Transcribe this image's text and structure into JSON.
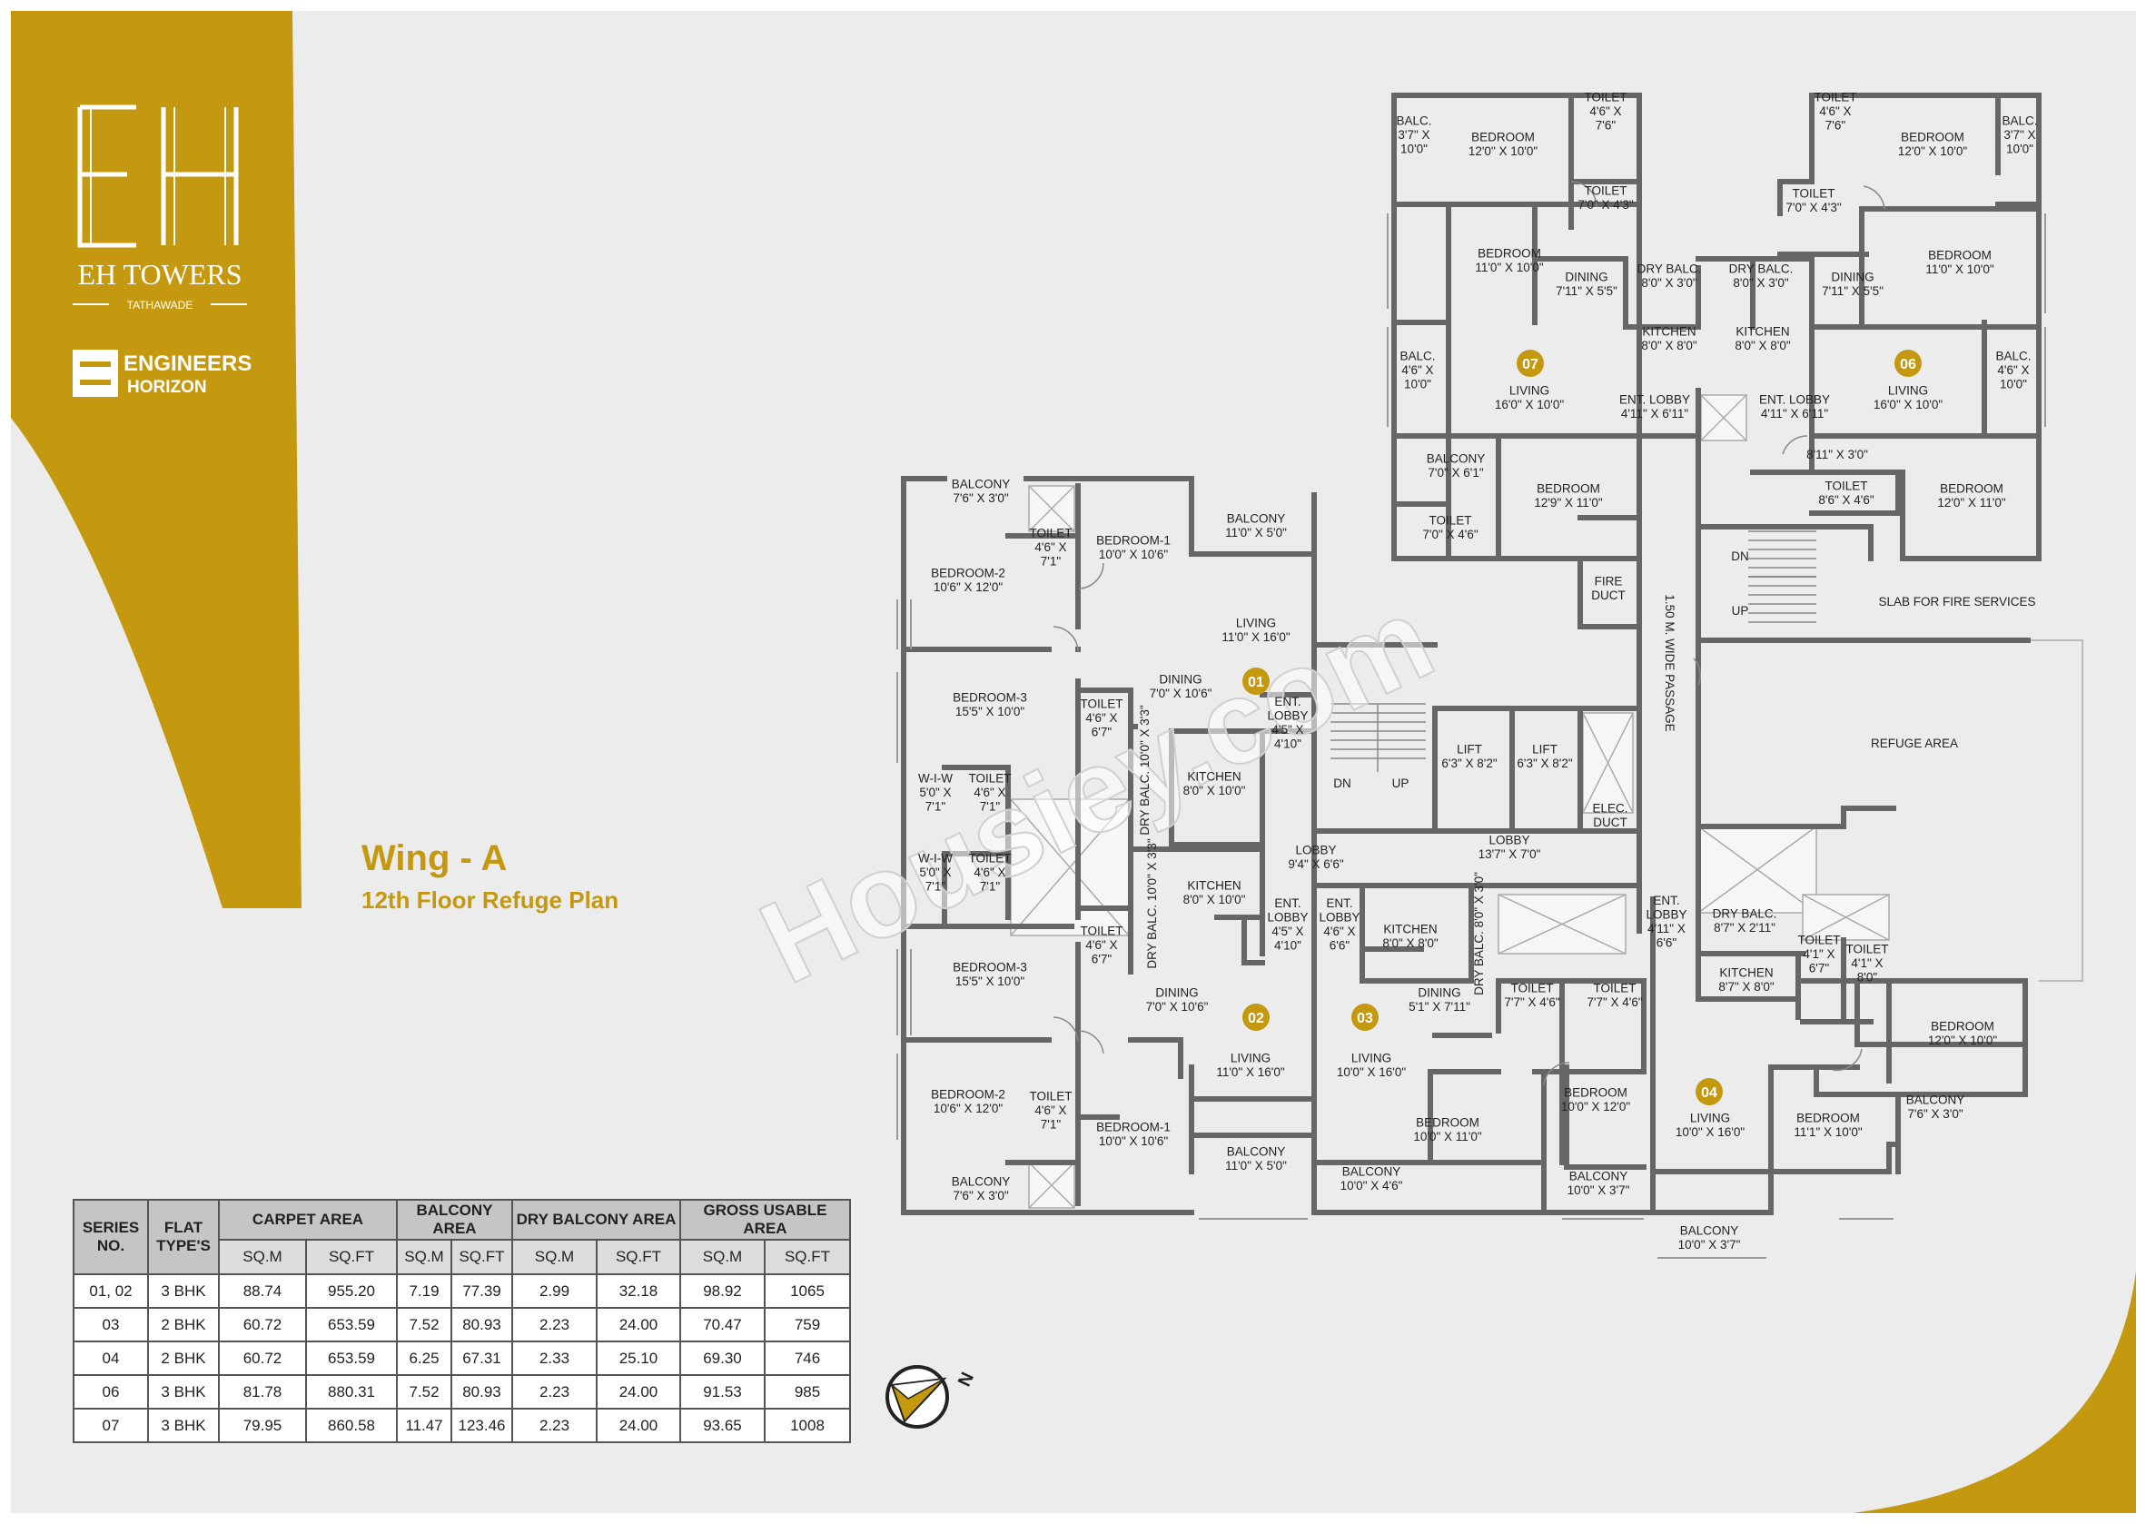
{
  "brand": {
    "project": "EH TOWERS",
    "location": "TATHAWADE",
    "developer_line1": "ENGINEERS",
    "developer_line2": "HORIZON"
  },
  "plan": {
    "wing": "Wing - A",
    "floor": "12th Floor Refuge Plan"
  },
  "watermark": "Housiey.com",
  "colors": {
    "gold": "#c4980f",
    "wall": "#666666",
    "background": "#ececec"
  },
  "rooms": [
    {
      "id": "r1",
      "lines": [
        "BALCONY",
        "7'6\" X 3'0\""
      ]
    },
    {
      "id": "r2",
      "lines": [
        "BALCONY",
        "11'0\" X 5'0\""
      ]
    },
    {
      "id": "r3",
      "lines": [
        "TOILET",
        "4'6\" X",
        "7'1\""
      ]
    },
    {
      "id": "r4",
      "lines": [
        "BEDROOM-1",
        "10'0\" X 10'6\""
      ]
    },
    {
      "id": "r5",
      "lines": [
        "BEDROOM-2",
        "10'6\" X 12'0\""
      ]
    },
    {
      "id": "r6",
      "lines": [
        "LIVING",
        "11'0\" X 16'0\""
      ]
    },
    {
      "id": "r7",
      "lines": [
        "BEDROOM-3",
        "15'5\" X 10'0\""
      ]
    },
    {
      "id": "r8",
      "lines": [
        "DINING",
        "7'0\" X 10'6\""
      ]
    },
    {
      "id": "r9",
      "lines": [
        "TOILET",
        "4'6\" X",
        "6'7\""
      ]
    },
    {
      "id": "r10",
      "lines": [
        "ENT.",
        "LOBBY",
        "4'5\" X",
        "4'10\""
      ]
    },
    {
      "id": "r11",
      "lines": [
        "KITCHEN",
        "8'0\" X 10'0\""
      ]
    },
    {
      "id": "r12",
      "lines": [
        "W-I-W",
        "5'0\" X",
        "7'1\""
      ]
    },
    {
      "id": "r13",
      "lines": [
        "TOILET",
        "4'6\" X",
        "7'1\""
      ]
    },
    {
      "id": "r14",
      "lines": [
        "W-I-W",
        "5'0\" X",
        "7'1\""
      ]
    },
    {
      "id": "r15",
      "lines": [
        "TOILET",
        "4'6\" X",
        "7'1\""
      ]
    },
    {
      "id": "r16",
      "lines": [
        "KITCHEN",
        "8'0\" X 10'0\""
      ]
    },
    {
      "id": "r17",
      "lines": [
        "LOBBY",
        "9'4\" X 6'6\""
      ]
    },
    {
      "id": "r18",
      "lines": [
        "BEDROOM-3",
        "15'5\" X 10'0\""
      ]
    },
    {
      "id": "r19",
      "lines": [
        "TOILET",
        "4'6\" X",
        "6'7\""
      ]
    },
    {
      "id": "r20",
      "lines": [
        "ENT.",
        "LOBBY",
        "4'5\" X",
        "4'10\""
      ]
    },
    {
      "id": "r21",
      "lines": [
        "DINING",
        "7'0\" X 10'6\""
      ]
    },
    {
      "id": "r22",
      "lines": [
        "LIVING",
        "11'0\" X 16'0\""
      ]
    },
    {
      "id": "r23",
      "lines": [
        "BEDROOM-2",
        "10'6\" X 12'0\""
      ]
    },
    {
      "id": "r24",
      "lines": [
        "TOILET",
        "4'6\" X",
        "7'1\""
      ]
    },
    {
      "id": "r25",
      "lines": [
        "BEDROOM-1",
        "10'0\" X 10'6\""
      ]
    },
    {
      "id": "r26",
      "lines": [
        "BALCONY",
        "11'0\" X 5'0\""
      ]
    },
    {
      "id": "r27",
      "lines": [
        "BALCONY",
        "7'6\" X 3'0\""
      ]
    },
    {
      "id": "r28",
      "lines": [
        "DN"
      ]
    },
    {
      "id": "r29",
      "lines": [
        "UP"
      ]
    },
    {
      "id": "r30",
      "lines": [
        "LIFT",
        "6'3\" X 8'2\""
      ]
    },
    {
      "id": "r31",
      "lines": [
        "LIFT",
        "6'3\" X 8'2\""
      ]
    },
    {
      "id": "r32",
      "lines": [
        "ELEC.",
        "DUCT"
      ]
    },
    {
      "id": "r33",
      "lines": [
        "LOBBY",
        "13'7\" X 7'0\""
      ]
    },
    {
      "id": "r34",
      "lines": [
        "ENT.",
        "LOBBY",
        "4'6\" X",
        "6'6\""
      ]
    },
    {
      "id": "r35",
      "lines": [
        "KITCHEN",
        "8'0\" X 8'0\""
      ]
    },
    {
      "id": "r36",
      "lines": [
        "DINING",
        "5'1\" X 7'11\""
      ]
    },
    {
      "id": "r37",
      "lines": [
        "TOILET",
        "7'7\" X 4'6\""
      ]
    },
    {
      "id": "r38",
      "lines": [
        "TOILET",
        "7'7\" X 4'6\""
      ]
    },
    {
      "id": "r39",
      "lines": [
        "LIVING",
        "10'0\" X 16'0\""
      ]
    },
    {
      "id": "r40",
      "lines": [
        "BEDROOM",
        "10'0\" X 11'0\""
      ]
    },
    {
      "id": "r41",
      "lines": [
        "BEDROOM",
        "10'0\" X 12'0\""
      ]
    },
    {
      "id": "r42",
      "lines": [
        "BALCONY",
        "10'0\" X 4'6\""
      ]
    },
    {
      "id": "r43",
      "lines": [
        "BALCONY",
        "10'0\" X 3'7\""
      ]
    },
    {
      "id": "r44",
      "lines": [
        "ENT.",
        "LOBBY",
        "4'11\" X",
        "6'6\""
      ]
    },
    {
      "id": "r45",
      "lines": [
        "DRY BALC.",
        "8'7\" X 2'11\""
      ]
    },
    {
      "id": "r46",
      "lines": [
        "KITCHEN",
        "8'7\" X 8'0\""
      ]
    },
    {
      "id": "r47",
      "lines": [
        "TOILET",
        "4'1\" X",
        "6'7\""
      ]
    },
    {
      "id": "r48",
      "lines": [
        "TOILET",
        "4'1\" X",
        "8'0\""
      ]
    },
    {
      "id": "r49",
      "lines": [
        "BEDROOM",
        "12'0\" X 10'0\""
      ]
    },
    {
      "id": "r50",
      "lines": [
        "LIVING",
        "10'0\" X 16'0\""
      ]
    },
    {
      "id": "r51",
      "lines": [
        "BEDROOM",
        "11'1\" X 10'0\""
      ]
    },
    {
      "id": "r52",
      "lines": [
        "BALCONY",
        "7'6\" X 3'0\""
      ]
    },
    {
      "id": "r53",
      "lines": [
        "BALCONY",
        "10'0\" X 3'7\""
      ]
    },
    {
      "id": "r54",
      "lines": [
        "REFUGE AREA"
      ]
    },
    {
      "id": "r55",
      "lines": [
        "SLAB FOR FIRE SERVICES"
      ]
    },
    {
      "id": "r56",
      "lines": [
        "DN"
      ]
    },
    {
      "id": "r57",
      "lines": [
        "UP"
      ]
    },
    {
      "id": "r58",
      "lines": [
        "FIRE",
        "DUCT"
      ]
    },
    {
      "id": "r59",
      "lines": [
        "BALC.",
        "3'7\" X",
        "10'0\""
      ]
    },
    {
      "id": "r60",
      "lines": [
        "BEDROOM",
        "12'0\" X 10'0\""
      ]
    },
    {
      "id": "r61",
      "lines": [
        "TOILET",
        "4'6\" X",
        "7'6\""
      ]
    },
    {
      "id": "r62",
      "lines": [
        "TOILET",
        "7'0\" X 4'3\""
      ]
    },
    {
      "id": "r63",
      "lines": [
        "BEDROOM",
        "11'0\" X 10'0\""
      ]
    },
    {
      "id": "r64",
      "lines": [
        "DINING",
        "7'11\" X 5'5\""
      ]
    },
    {
      "id": "r65",
      "lines": [
        "DRY BALC.",
        "8'0\" X 3'0\""
      ]
    },
    {
      "id": "r66",
      "lines": [
        "KITCHEN",
        "8'0\" X 8'0\""
      ]
    },
    {
      "id": "r67",
      "lines": [
        "BALC.",
        "4'6\" X",
        "10'0\""
      ]
    },
    {
      "id": "r68",
      "lines": [
        "LIVING",
        "16'0\" X 10'0\""
      ]
    },
    {
      "id": "r69",
      "lines": [
        "ENT. LOBBY",
        "4'11\" X 6'11\""
      ]
    },
    {
      "id": "r70",
      "lines": [
        "BALCONY",
        "7'0\" X 6'1\""
      ]
    },
    {
      "id": "r71",
      "lines": [
        "BEDROOM",
        "12'9\" X 11'0\""
      ]
    },
    {
      "id": "r72",
      "lines": [
        "TOILET",
        "7'0\" X 4'6\""
      ]
    },
    {
      "id": "r73",
      "lines": [
        "TOILET",
        "4'6\" X",
        "7'6\""
      ]
    },
    {
      "id": "r74",
      "lines": [
        "BEDROOM",
        "12'0\" X 10'0\""
      ]
    },
    {
      "id": "r75",
      "lines": [
        "BALC.",
        "3'7\" X",
        "10'0\""
      ]
    },
    {
      "id": "r76",
      "lines": [
        "TOILET",
        "7'0\" X 4'3\""
      ]
    },
    {
      "id": "r77",
      "lines": [
        "BEDROOM",
        "11'0\" X 10'0\""
      ]
    },
    {
      "id": "r78",
      "lines": [
        "DRY BALC.",
        "8'0\" X 3'0\""
      ]
    },
    {
      "id": "r79",
      "lines": [
        "DINING",
        "7'11\" X 5'5\""
      ]
    },
    {
      "id": "r80",
      "lines": [
        "KITCHEN",
        "8'0\" X 8'0\""
      ]
    },
    {
      "id": "r81",
      "lines": [
        "LIVING",
        "16'0\" X 10'0\""
      ]
    },
    {
      "id": "r82",
      "lines": [
        "BALC.",
        "4'6\" X",
        "10'0\""
      ]
    },
    {
      "id": "r83",
      "lines": [
        "ENT. LOBBY",
        "4'11\" X 6'11\""
      ]
    },
    {
      "id": "r84",
      "lines": [
        "8'11\" X 3'0\""
      ]
    },
    {
      "id": "r85",
      "lines": [
        "TOILET",
        "8'6\" X 4'6\""
      ]
    },
    {
      "id": "r86",
      "lines": [
        "BEDROOM",
        "12'0\" X 11'0\""
      ]
    }
  ],
  "vertical_labels": [
    {
      "id": "v1",
      "text": "DRY BALC. 10'0\" X 3'3\""
    },
    {
      "id": "v2",
      "text": "DRY BALC. 10'0\" X 3'3\""
    },
    {
      "id": "v3",
      "text": "DRY BALC. 8'0\" X 3'0\""
    },
    {
      "id": "v4",
      "text": "1.50 M. WIDE PASSAGE"
    }
  ],
  "flat_numbers": [
    "01",
    "02",
    "03",
    "04",
    "06",
    "07"
  ],
  "north_label": "N",
  "area_table": {
    "headers": [
      "SERIES NO.",
      "FLAT TYPE'S",
      "CARPET AREA",
      "BALCONY AREA",
      "DRY BALCONY AREA",
      "GROSS USABLE AREA"
    ],
    "subheaders": [
      "SQ.M",
      "SQ.FT",
      "SQ.M",
      "SQ.FT",
      "SQ.M",
      "SQ.FT",
      "SQ.M",
      "SQ.FT"
    ],
    "rows": [
      [
        "01, 02",
        "3 BHK",
        "88.74",
        "955.20",
        "7.19",
        "77.39",
        "2.99",
        "32.18",
        "98.92",
        "1065"
      ],
      [
        "03",
        "2 BHK",
        "60.72",
        "653.59",
        "7.52",
        "80.93",
        "2.23",
        "24.00",
        "70.47",
        "759"
      ],
      [
        "04",
        "2 BHK",
        "60.72",
        "653.59",
        "6.25",
        "67.31",
        "2.33",
        "25.10",
        "69.30",
        "746"
      ],
      [
        "06",
        "3 BHK",
        "81.78",
        "880.31",
        "7.52",
        "80.93",
        "2.23",
        "24.00",
        "91.53",
        "985"
      ],
      [
        "07",
        "3 BHK",
        "79.95",
        "860.58",
        "11.47",
        "123.46",
        "2.23",
        "24.00",
        "93.65",
        "1008"
      ]
    ]
  }
}
